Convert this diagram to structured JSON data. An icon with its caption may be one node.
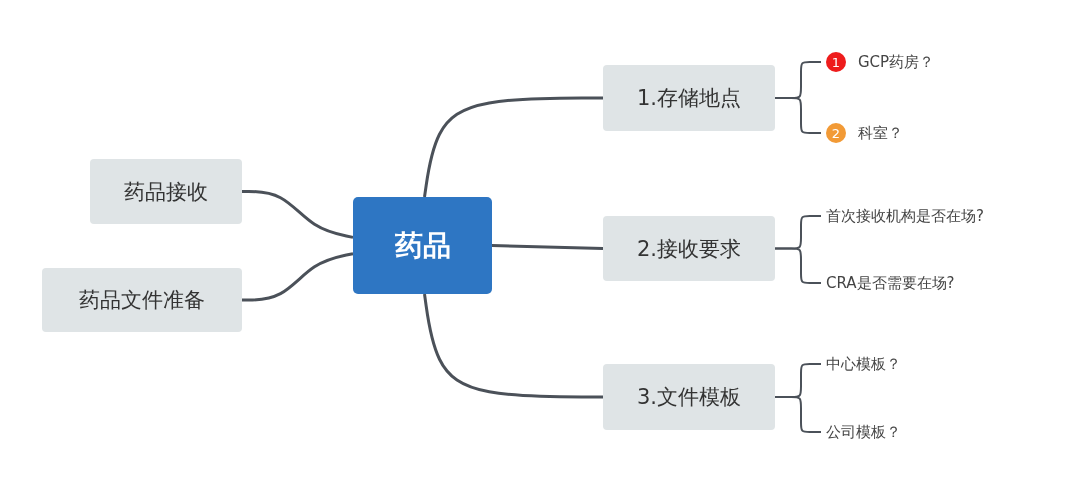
{
  "diagram": {
    "nodes": [
      {
        "text": [
          "药品"
        ]
      },
      {
        "text": [
          "药品接收"
        ]
      },
      {
        "text": [
          "药品文件准备"
        ]
      },
      {
        "text": [
          "1.存储地点"
        ]
      },
      {
        "text": [
          "2.接收要求"
        ]
      },
      {
        "text": [
          "3.文件模板"
        ]
      },
      {
        "text": [
          "1",
          "GCP药房？"
        ]
      },
      {
        "text": [
          "2",
          "科室？"
        ]
      },
      {
        "text": [
          "首次接收机构是否在场?"
        ]
      },
      {
        "text": [
          "CRA是否需要在场?"
        ]
      },
      {
        "text": [
          "中心模板？"
        ]
      },
      {
        "text": [
          "公司模板？"
        ]
      }
    ],
    "edges": [
      {
        "from": 0,
        "to": 1,
        "arrow": "none"
      },
      {
        "from": 0,
        "to": 2,
        "arrow": "none"
      },
      {
        "from": 0,
        "to": 3,
        "arrow": "none"
      },
      {
        "from": 0,
        "to": 4,
        "arrow": "none"
      },
      {
        "from": 0,
        "to": 5,
        "arrow": "none"
      },
      {
        "from": 3,
        "to": 6,
        "arrow": "none"
      },
      {
        "from": 3,
        "to": 7,
        "arrow": "none"
      },
      {
        "from": 4,
        "to": 8,
        "arrow": "none"
      },
      {
        "from": 4,
        "to": 9,
        "arrow": "none"
      },
      {
        "from": 5,
        "to": 10,
        "arrow": "none"
      },
      {
        "from": 5,
        "to": 11,
        "arrow": "none"
      }
    ]
  }
}
